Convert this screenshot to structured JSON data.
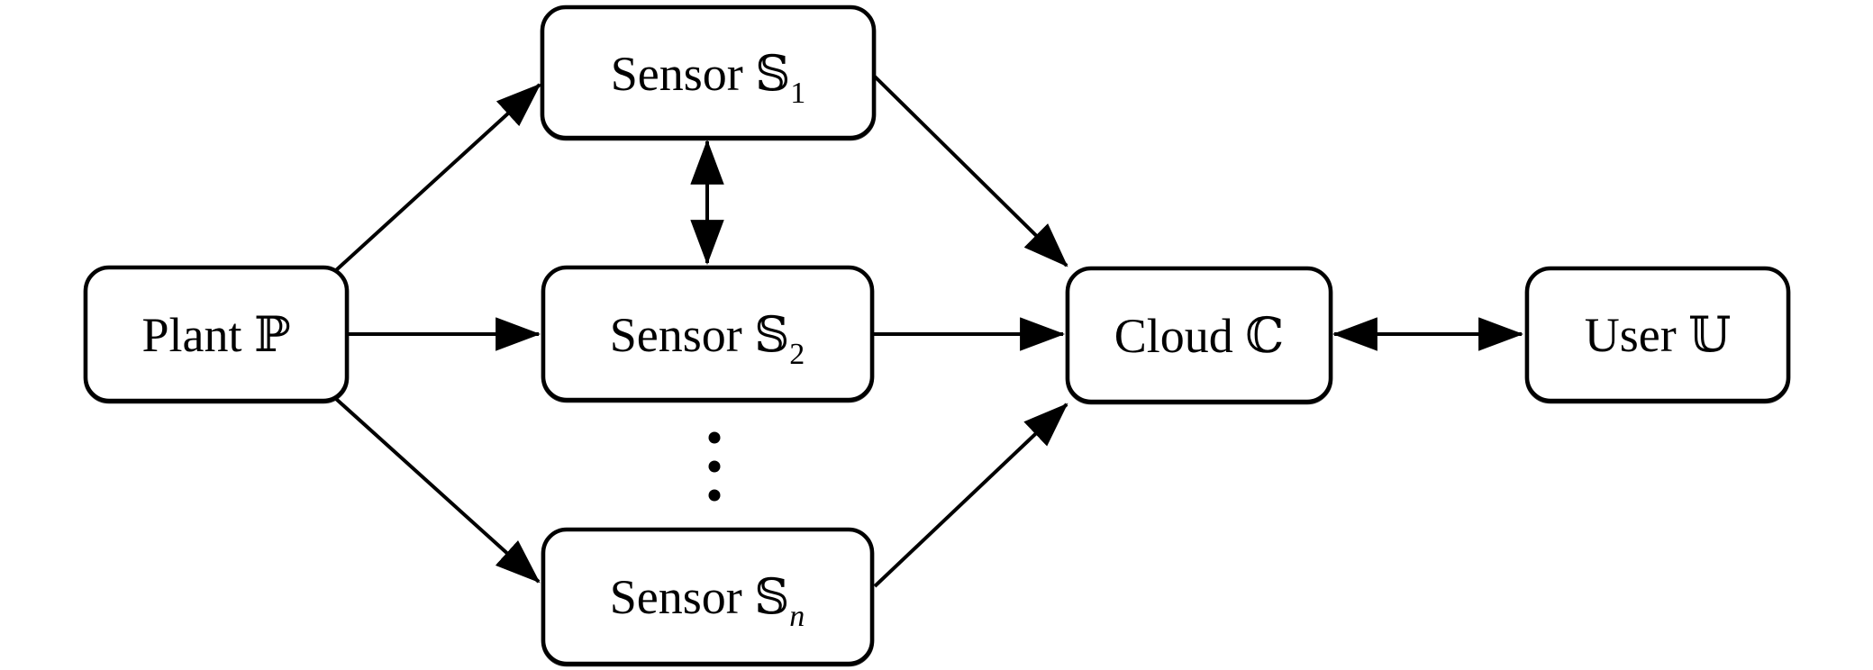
{
  "diagram": {
    "type": "block-diagram",
    "nodes": {
      "plant": {
        "label": "Plant ℙ",
        "subscript": ""
      },
      "sensor1": {
        "label": "Sensor 𝕊",
        "subscript": "1"
      },
      "sensor2": {
        "label": "Sensor 𝕊",
        "subscript": "2"
      },
      "sensorN": {
        "label": "Sensor 𝕊",
        "subscript": "n"
      },
      "cloud": {
        "label": "Cloud ℂ",
        "subscript": ""
      },
      "user": {
        "label": "User 𝕌",
        "subscript": ""
      }
    },
    "edges": [
      {
        "from": "plant",
        "to": "sensor1",
        "direction": "one-way"
      },
      {
        "from": "plant",
        "to": "sensor2",
        "direction": "one-way"
      },
      {
        "from": "plant",
        "to": "sensorN",
        "direction": "one-way"
      },
      {
        "from": "sensor1",
        "to": "sensor2",
        "direction": "two-way"
      },
      {
        "from": "sensor1",
        "to": "cloud",
        "direction": "one-way"
      },
      {
        "from": "sensor2",
        "to": "cloud",
        "direction": "one-way"
      },
      {
        "from": "sensorN",
        "to": "cloud",
        "direction": "one-way"
      },
      {
        "from": "cloud",
        "to": "user",
        "direction": "two-way"
      }
    ],
    "icons": {
      "ellipsis": "vertical-dots"
    },
    "colors": {
      "stroke": "#000000",
      "node_fill": "#ffffff",
      "background": "#ffffff"
    }
  }
}
